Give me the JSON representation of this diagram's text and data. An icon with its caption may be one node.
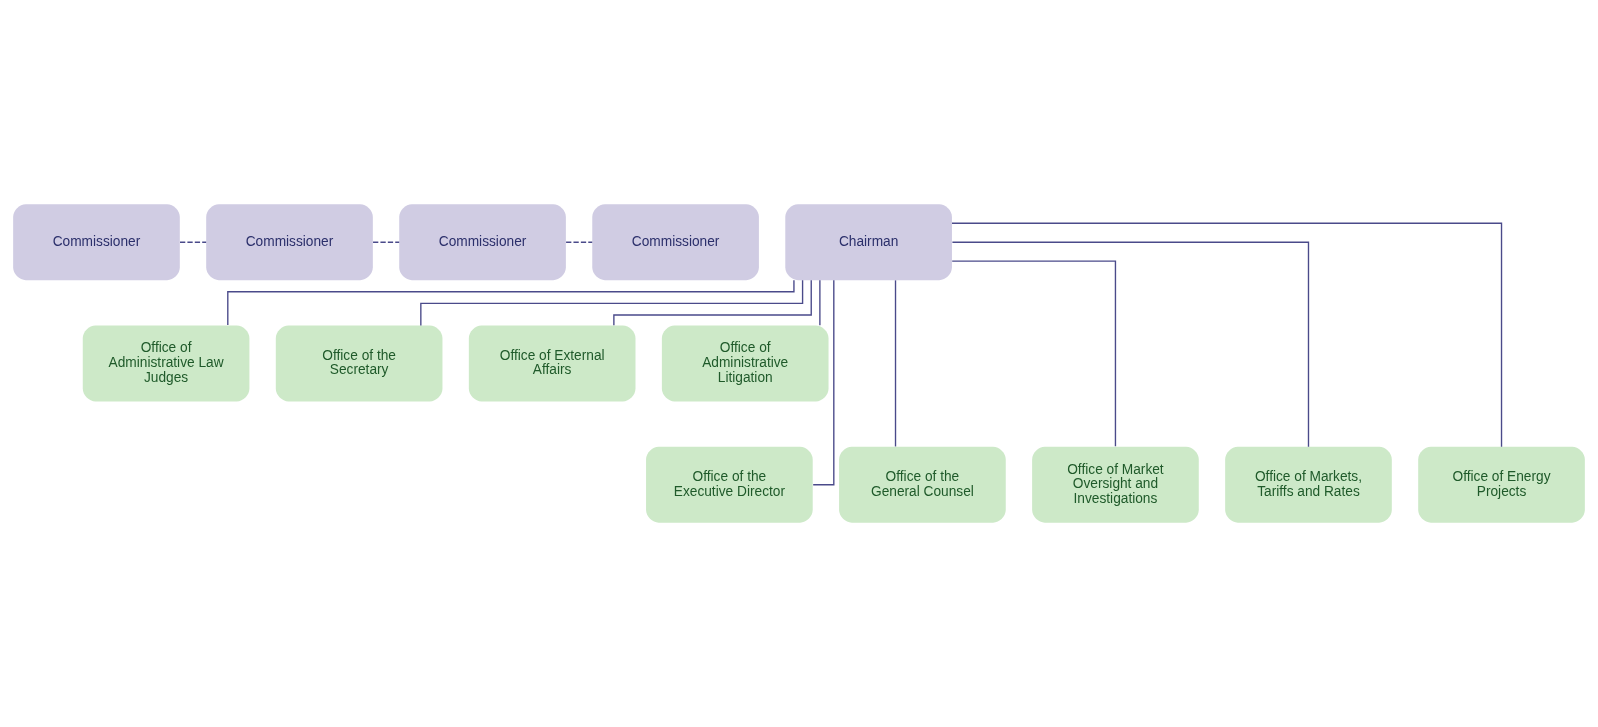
{
  "diagram": {
    "nodes": [
      {
        "text": [
          "Commissioner"
        ]
      },
      {
        "text": [
          "Commissioner"
        ]
      },
      {
        "text": [
          "Chairman"
        ]
      },
      {
        "text": [
          "Commissioner"
        ]
      },
      {
        "text": [
          "Commissioner"
        ]
      },
      {
        "text": [
          "Office of Administrative Law Judges"
        ]
      },
      {
        "text": [
          "Office of the Secretary"
        ]
      },
      {
        "text": [
          "Office of External Affairs"
        ]
      },
      {
        "text": [
          "Office of Administrative Litigation"
        ]
      },
      {
        "text": [
          "Office of the Executive Director"
        ]
      },
      {
        "text": [
          "Office of the General Counsel"
        ]
      },
      {
        "text": [
          "Office of Market Oversight and Investigations"
        ]
      },
      {
        "text": [
          "Office of Markets, Tariffs and Rates"
        ]
      },
      {
        "text": [
          "Office of Energy Projects"
        ]
      }
    ],
    "edges": [
      {
        "from": 0,
        "to": 1,
        "arrow": "none",
        "style": "dashed"
      },
      {
        "from": 1,
        "to": 3,
        "arrow": "none",
        "style": "dashed"
      },
      {
        "from": 3,
        "to": 4,
        "arrow": "none",
        "style": "dashed"
      },
      {
        "from": 2,
        "to": 5,
        "arrow": "none"
      },
      {
        "from": 2,
        "to": 6,
        "arrow": "none"
      },
      {
        "from": 2,
        "to": 7,
        "arrow": "none"
      },
      {
        "from": 2,
        "to": 8,
        "arrow": "none"
      },
      {
        "from": 2,
        "to": 9,
        "arrow": "none"
      },
      {
        "from": 2,
        "to": 10,
        "arrow": "none"
      },
      {
        "from": 2,
        "to": 11,
        "arrow": "none"
      },
      {
        "from": 2,
        "to": 12,
        "arrow": "none"
      },
      {
        "from": 2,
        "to": 13,
        "arrow": "none"
      }
    ]
  }
}
